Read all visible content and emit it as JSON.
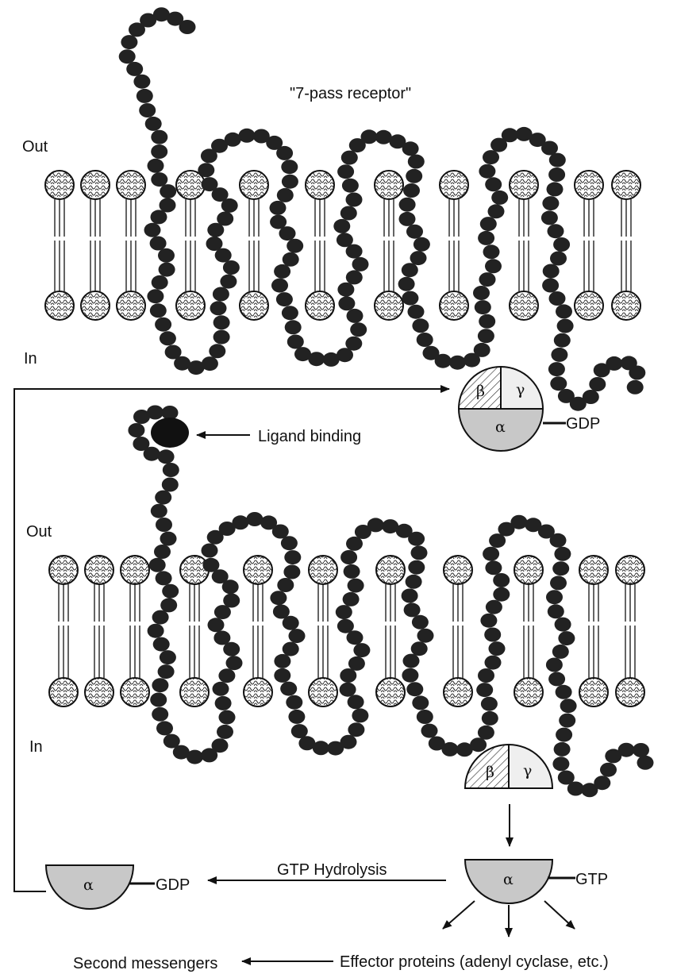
{
  "title": "\"7-pass receptor\"",
  "membranes": [
    {
      "out_label": "Out",
      "in_label": "In"
    },
    {
      "out_label": "Out",
      "in_label": "In"
    }
  ],
  "g_protein": {
    "beta": "β",
    "gamma": "γ",
    "alpha": "α",
    "gdp": "GDP",
    "gtp": "GTP"
  },
  "ligand_label": "Ligand  binding",
  "hydrolysis_label": "GTP  Hydrolysis",
  "effector_label": "Effector  proteins  (adenyl  cyclase,  etc.)",
  "second_messengers_label": "Second  messengers",
  "colors": {
    "protein": "#222222",
    "subunit_fill": "#c8c8c8",
    "gamma_fill": "#efefef",
    "line": "#1a1a1a"
  }
}
